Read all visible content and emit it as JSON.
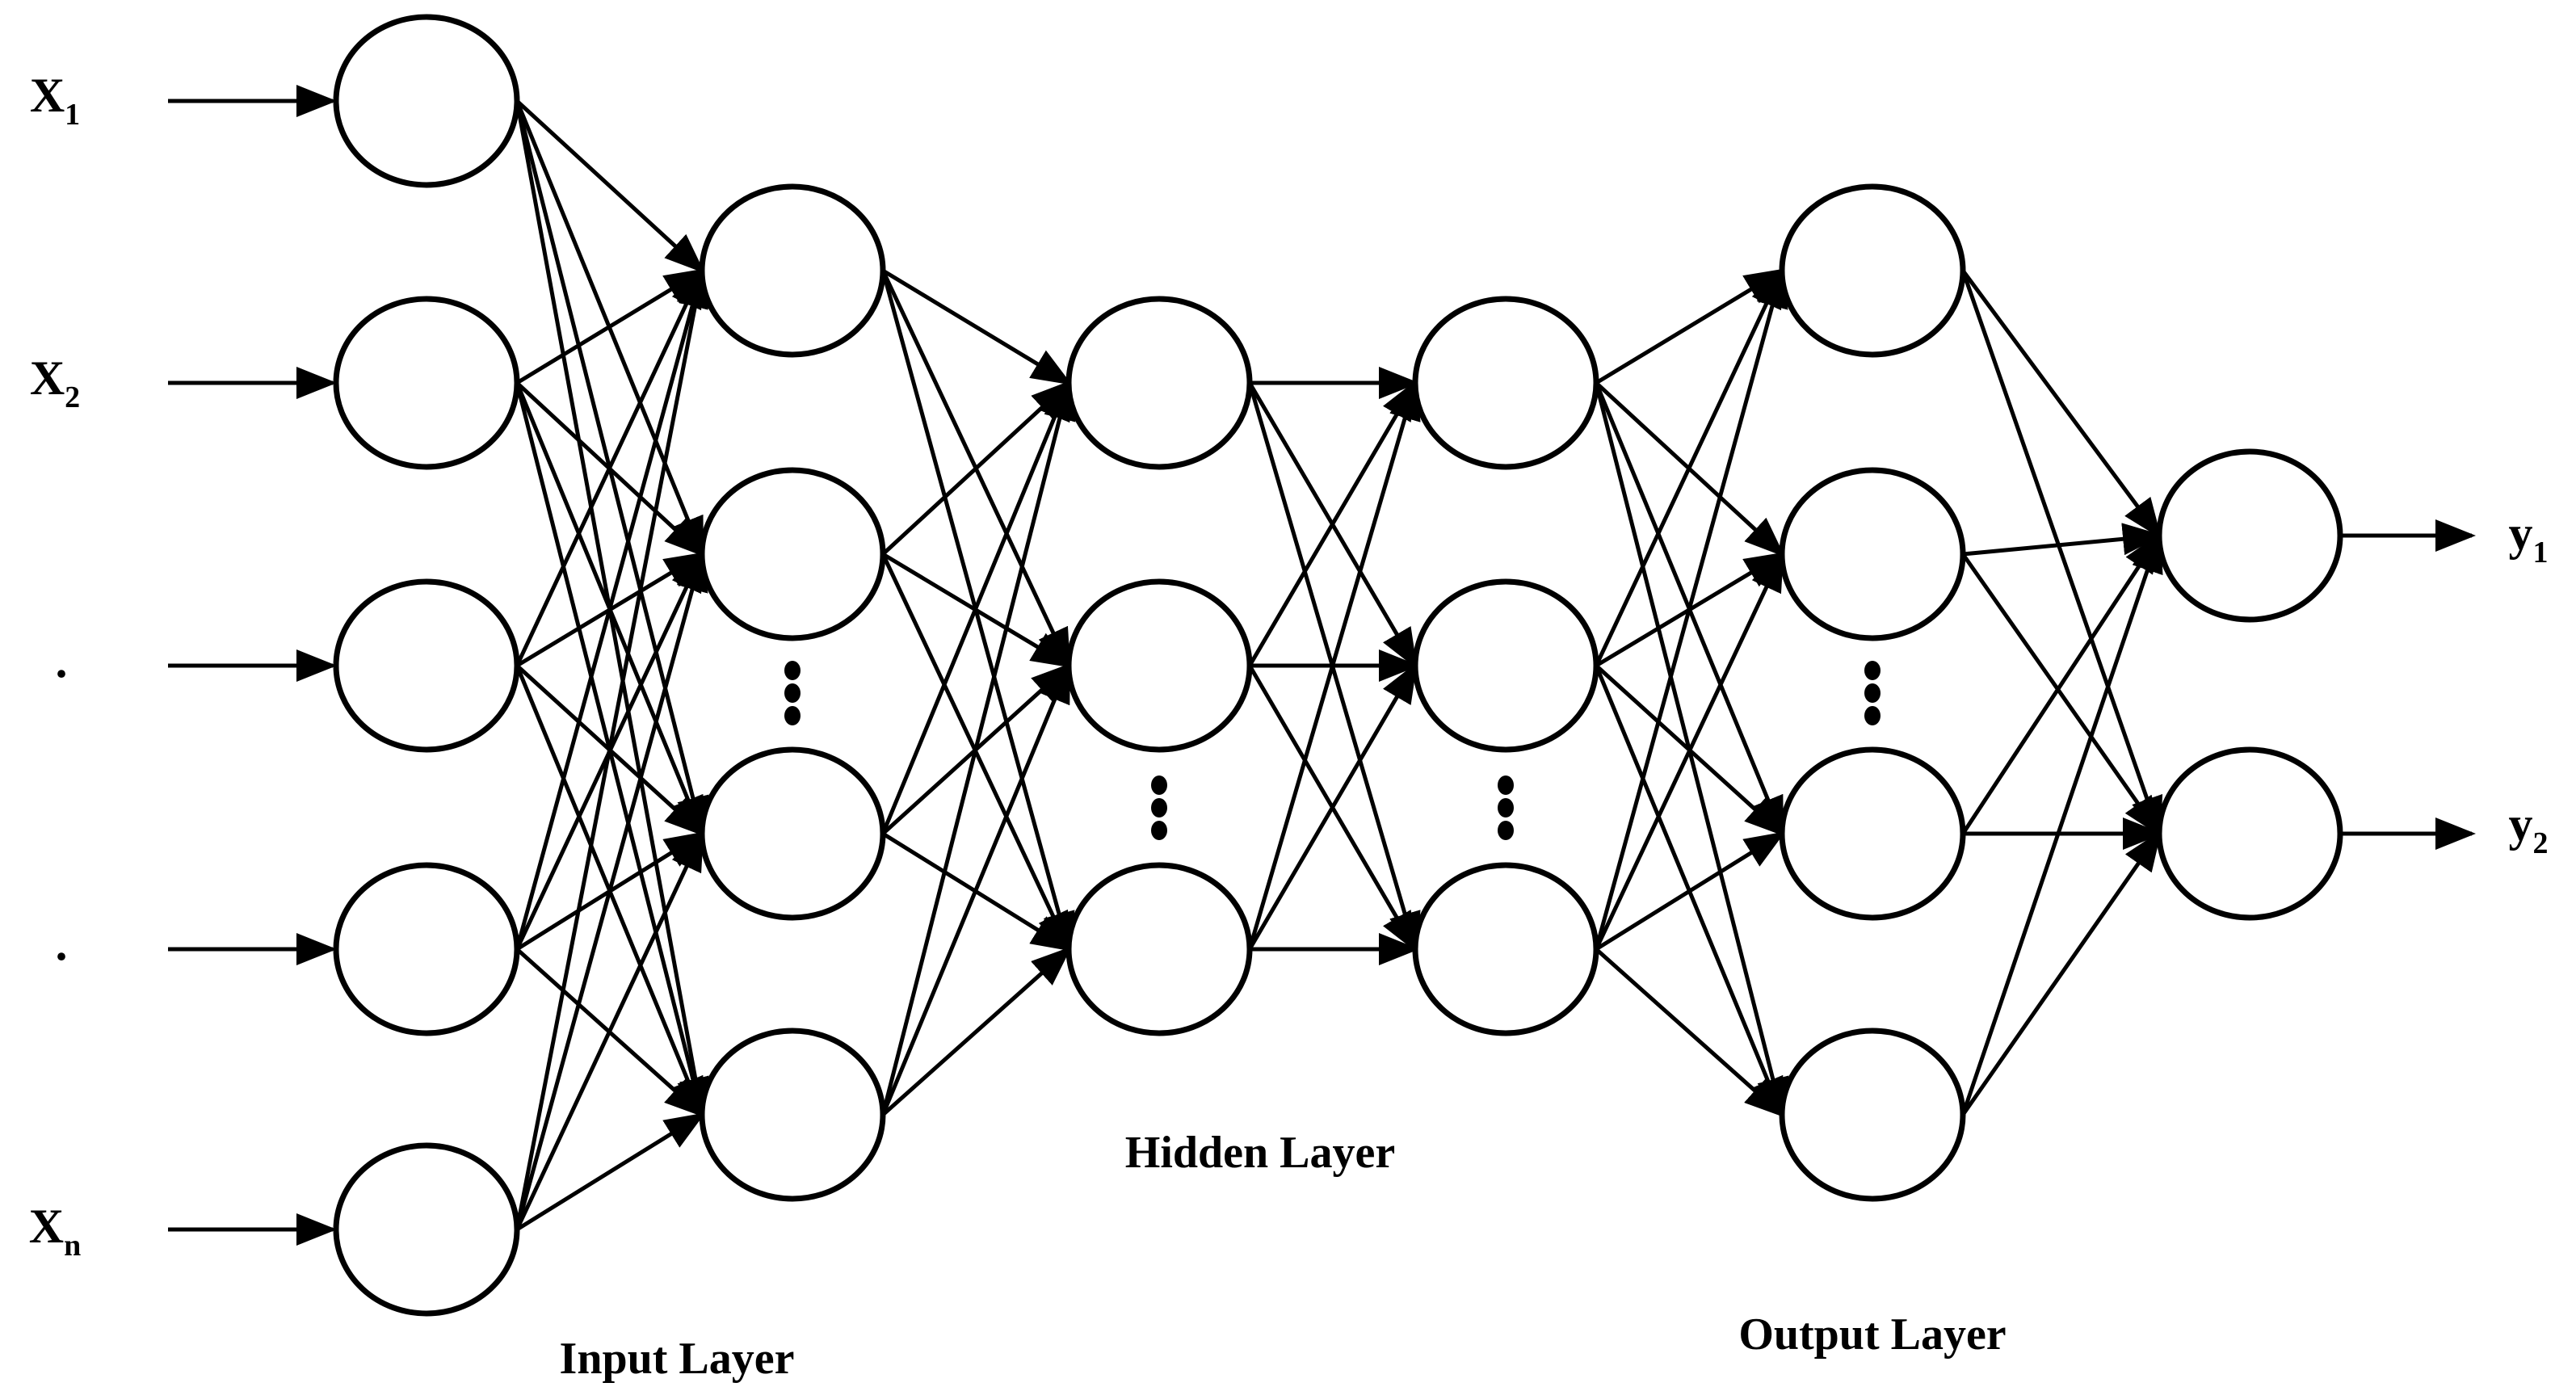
{
  "layers": [
    {
      "label": "Input Layer"
    },
    {
      "label": "Hidden Layer"
    },
    {
      "label": "Output Layer"
    }
  ],
  "inputs": [
    {
      "base": "X",
      "sub": "1"
    },
    {
      "base": "X",
      "sub": "2"
    },
    {
      "base": ".",
      "sub": ""
    },
    {
      "base": ".",
      "sub": ""
    },
    {
      "base": "X",
      "sub": "n"
    }
  ],
  "outputs": [
    {
      "base": "y",
      "sub": "1"
    },
    {
      "base": "y",
      "sub": "2"
    }
  ],
  "colors": {
    "stroke": "#000000",
    "background": "#ffffff"
  }
}
